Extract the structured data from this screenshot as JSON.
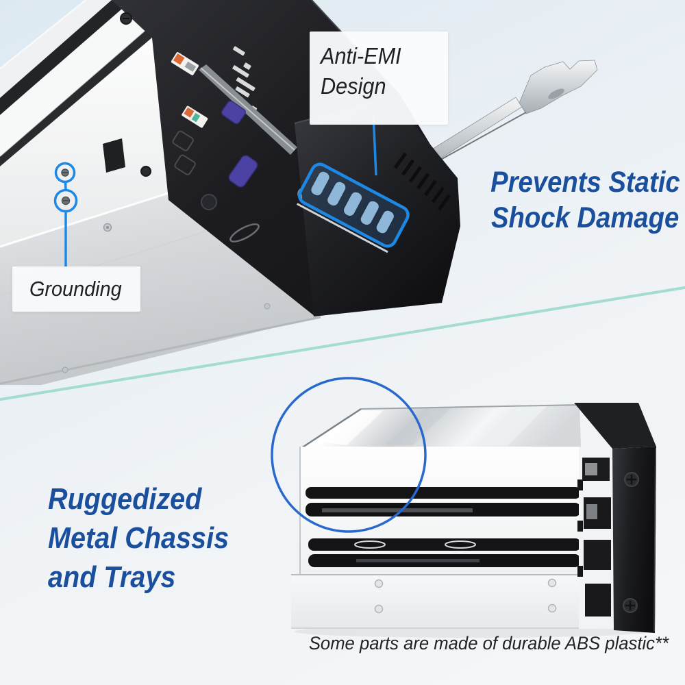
{
  "scene": {
    "type": "product-feature-infographic",
    "subject": "2-bay metal mobile rack enclosure shown from below (top) and a metal chassis close-up (bottom)"
  },
  "colors": {
    "headline_blue": "#1a4f9d",
    "callout_blue": "#1e88e5",
    "zoom_circle_blue": "#2968cd",
    "teal_divider_line": "#a5dcd2",
    "connector_purple": "#4c42a3",
    "label_text_dark": "#1f2023",
    "background_top": "#dde9f1",
    "background_bottom": "#f5f7f8"
  },
  "top_section": {
    "anti_emi_label": {
      "line1": "Anti-EMI",
      "line2": "Design"
    },
    "grounding_label": "Grounding",
    "headline": {
      "line1": "Prevents Static",
      "line2": "Shock Damage"
    }
  },
  "bottom_section": {
    "headline": {
      "line1": "Ruggedized",
      "line2": "Metal Chassis",
      "line3": "and Trays"
    },
    "footnote": "Some parts are made of durable ABS plastic**"
  }
}
